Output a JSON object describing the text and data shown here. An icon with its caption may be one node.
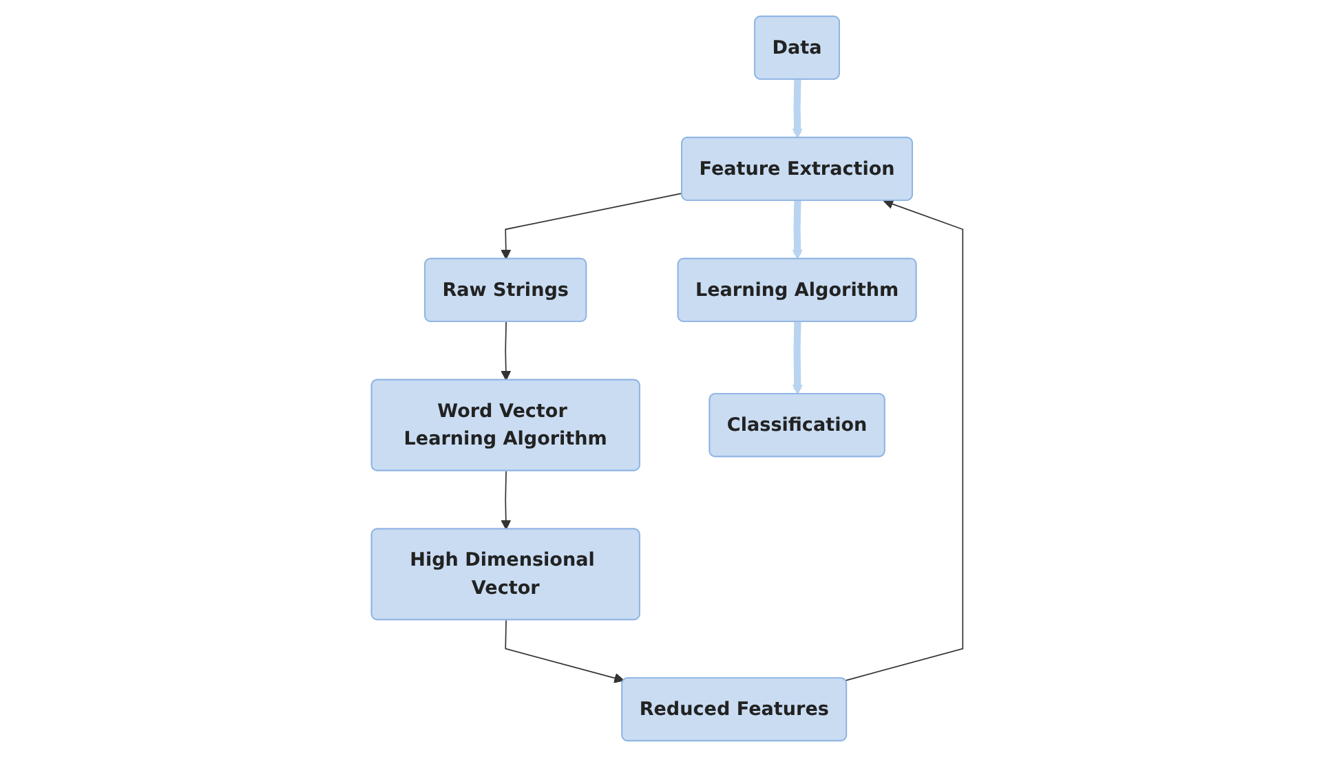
{
  "diagram": {
    "nodes": [
      {
        "text": [
          "Data"
        ]
      },
      {
        "text": [
          "Feature Extraction"
        ]
      },
      {
        "text": [
          "Raw Strings"
        ]
      },
      {
        "text": [
          "Word Vector Learning Algorithm"
        ]
      },
      {
        "text": [
          "High Dimensional Vector"
        ]
      },
      {
        "text": [
          "Reduced Features"
        ]
      },
      {
        "text": [
          "Learning Algorithm"
        ]
      },
      {
        "text": [
          "Classification"
        ]
      }
    ],
    "edges": [
      {
        "from": 0,
        "to": 1,
        "arrow": "to",
        "style": "thick",
        "color": "#b8d4f0"
      },
      {
        "from": 1,
        "to": 2,
        "arrow": "to"
      },
      {
        "from": 2,
        "to": 3,
        "arrow": "to"
      },
      {
        "from": 3,
        "to": 4,
        "arrow": "to"
      },
      {
        "from": 4,
        "to": 5,
        "arrow": "to"
      },
      {
        "from": 5,
        "to": 1,
        "arrow": "to"
      },
      {
        "from": 1,
        "to": 6,
        "arrow": "to",
        "style": "thick",
        "color": "#b8d4f0"
      },
      {
        "from": 6,
        "to": 7,
        "arrow": "to",
        "style": "thick",
        "color": "#b8d4f0"
      }
    ]
  }
}
